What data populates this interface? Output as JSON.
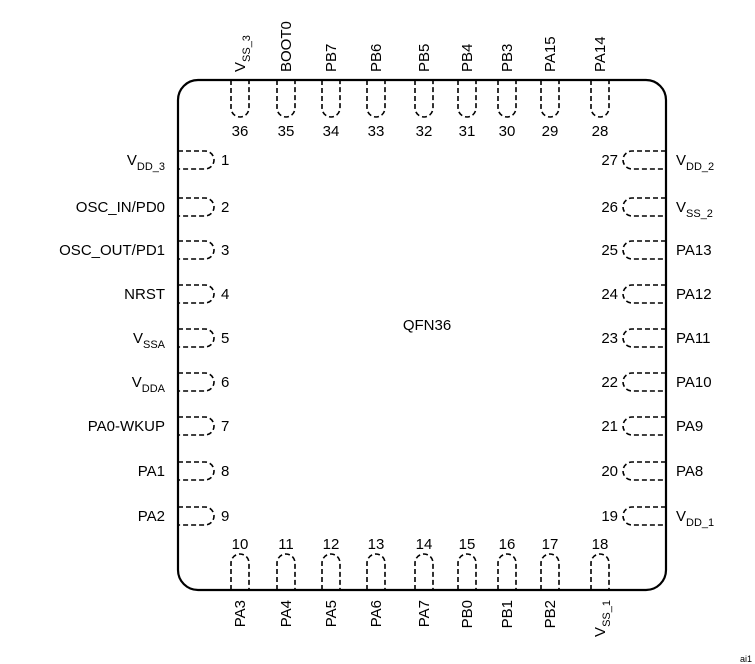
{
  "package_label": "QFN36",
  "footer_fragment": "ai1",
  "pins": {
    "left": [
      {
        "num": "1",
        "label": {
          "main": "V",
          "sub": "DD_3"
        }
      },
      {
        "num": "2",
        "label": {
          "main": "OSC_IN/PD0",
          "sub": ""
        }
      },
      {
        "num": "3",
        "label": {
          "main": "OSC_OUT/PD1",
          "sub": ""
        }
      },
      {
        "num": "4",
        "label": {
          "main": "NRST",
          "sub": ""
        }
      },
      {
        "num": "5",
        "label": {
          "main": "V",
          "sub": "SSA"
        }
      },
      {
        "num": "6",
        "label": {
          "main": "V",
          "sub": "DDA"
        }
      },
      {
        "num": "7",
        "label": {
          "main": "PA0-WKUP",
          "sub": ""
        }
      },
      {
        "num": "8",
        "label": {
          "main": "PA1",
          "sub": ""
        }
      },
      {
        "num": "9",
        "label": {
          "main": "PA2",
          "sub": ""
        }
      }
    ],
    "bottom": [
      {
        "num": "10",
        "label": {
          "main": "PA3",
          "sub": ""
        }
      },
      {
        "num": "11",
        "label": {
          "main": "PA4",
          "sub": ""
        }
      },
      {
        "num": "12",
        "label": {
          "main": "PA5",
          "sub": ""
        }
      },
      {
        "num": "13",
        "label": {
          "main": "PA6",
          "sub": ""
        }
      },
      {
        "num": "14",
        "label": {
          "main": "PA7",
          "sub": ""
        }
      },
      {
        "num": "15",
        "label": {
          "main": "PB0",
          "sub": ""
        }
      },
      {
        "num": "16",
        "label": {
          "main": "PB1",
          "sub": ""
        }
      },
      {
        "num": "17",
        "label": {
          "main": "PB2",
          "sub": ""
        }
      },
      {
        "num": "18",
        "label": {
          "main": "V",
          "sub": "SS_1"
        }
      }
    ],
    "right": [
      {
        "num": "19",
        "label": {
          "main": "V",
          "sub": "DD_1"
        }
      },
      {
        "num": "20",
        "label": {
          "main": "PA8",
          "sub": ""
        }
      },
      {
        "num": "21",
        "label": {
          "main": "PA9",
          "sub": ""
        }
      },
      {
        "num": "22",
        "label": {
          "main": "PA10",
          "sub": ""
        }
      },
      {
        "num": "23",
        "label": {
          "main": "PA11",
          "sub": ""
        }
      },
      {
        "num": "24",
        "label": {
          "main": "PA12",
          "sub": ""
        }
      },
      {
        "num": "25",
        "label": {
          "main": "PA13",
          "sub": ""
        }
      },
      {
        "num": "26",
        "label": {
          "main": "V",
          "sub": "SS_2"
        }
      },
      {
        "num": "27",
        "label": {
          "main": "V",
          "sub": "DD_2"
        }
      }
    ],
    "top": [
      {
        "num": "28",
        "label": {
          "main": "PA14",
          "sub": ""
        }
      },
      {
        "num": "29",
        "label": {
          "main": "PA15",
          "sub": ""
        }
      },
      {
        "num": "30",
        "label": {
          "main": "PB3",
          "sub": ""
        }
      },
      {
        "num": "31",
        "label": {
          "main": "PB4",
          "sub": ""
        }
      },
      {
        "num": "32",
        "label": {
          "main": "PB5",
          "sub": ""
        }
      },
      {
        "num": "33",
        "label": {
          "main": "PB6",
          "sub": ""
        }
      },
      {
        "num": "34",
        "label": {
          "main": "PB7",
          "sub": ""
        }
      },
      {
        "num": "35",
        "label": {
          "main": "BOOT0",
          "sub": ""
        }
      },
      {
        "num": "36",
        "label": {
          "main": "V",
          "sub": "SS_3"
        }
      }
    ]
  }
}
